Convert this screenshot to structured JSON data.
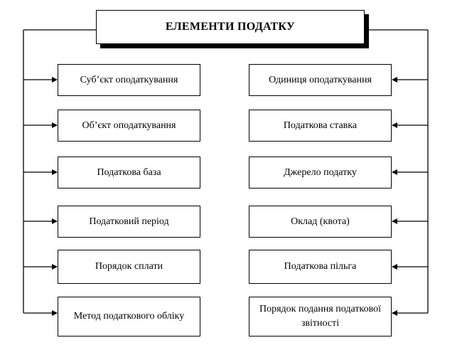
{
  "title": "ЕЛЕМЕНТИ ПОДАТКУ",
  "left_items": [
    "Суб’єкт оподаткування",
    "Об’єкт оподаткування",
    "Податкова база",
    "Податковий період",
    "Порядок сплати",
    "Метод податкового обліку"
  ],
  "right_items": [
    "Одиниця оподаткування",
    "Податкова ставка",
    "Джерело податку",
    "Оклад (квота)",
    "Податкова пільга",
    "Порядок подання податкової звітності"
  ]
}
